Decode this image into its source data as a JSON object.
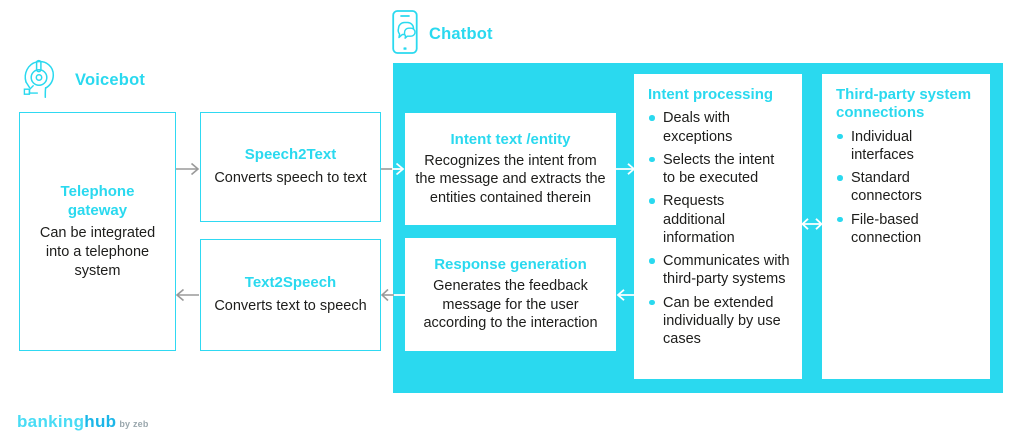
{
  "diagram": {
    "accent": "#2ad9ef",
    "text_color": "#1d1d1b",
    "arrow_gray": "#9a9a9a"
  },
  "voicebot": {
    "label": "Voicebot",
    "icon": "headset-icon",
    "boxes": [
      {
        "title": "Telephone gateway",
        "text": "Can be integrated into a telephone system"
      },
      {
        "title": "Speech2Text",
        "text": "Converts speech to text"
      },
      {
        "title": "Text2Speech",
        "text": "Converts text to speech"
      }
    ]
  },
  "chatbot": {
    "label": "Chatbot",
    "icon": "smartphone-chat-icon",
    "cards": [
      {
        "title": "Intent text /entity",
        "text": "Recognizes the intent from the message and extracts the entities contained therein"
      },
      {
        "title": "Response generation",
        "text": "Generates the feedback message for the user according to the interaction"
      }
    ],
    "intent_processing": {
      "title": "Intent processing",
      "bullets": [
        "Deals with exceptions",
        "Selects the intent to be executed",
        "Requests additional information",
        "Communicates with third-party systems",
        "Can be extended individually by use cases"
      ]
    },
    "third_party": {
      "title": "Third-party system connections",
      "bullets": [
        "Individual interfaces",
        "Standard connectors",
        "File-based connection"
      ]
    }
  },
  "arrows": {
    "gateway_to_s2t": "arrow-right",
    "s2t_to_intent": "arrow-right",
    "intent_to_processing": "arrow-right",
    "processing_to_thirdparty": "arrow-left-right",
    "processing_to_response": "arrow-left",
    "response_to_t2s": "arrow-left",
    "t2s_to_gateway": "arrow-left"
  },
  "logo": {
    "part1": "banking",
    "part2": "hub",
    "part3": "by zeb"
  }
}
